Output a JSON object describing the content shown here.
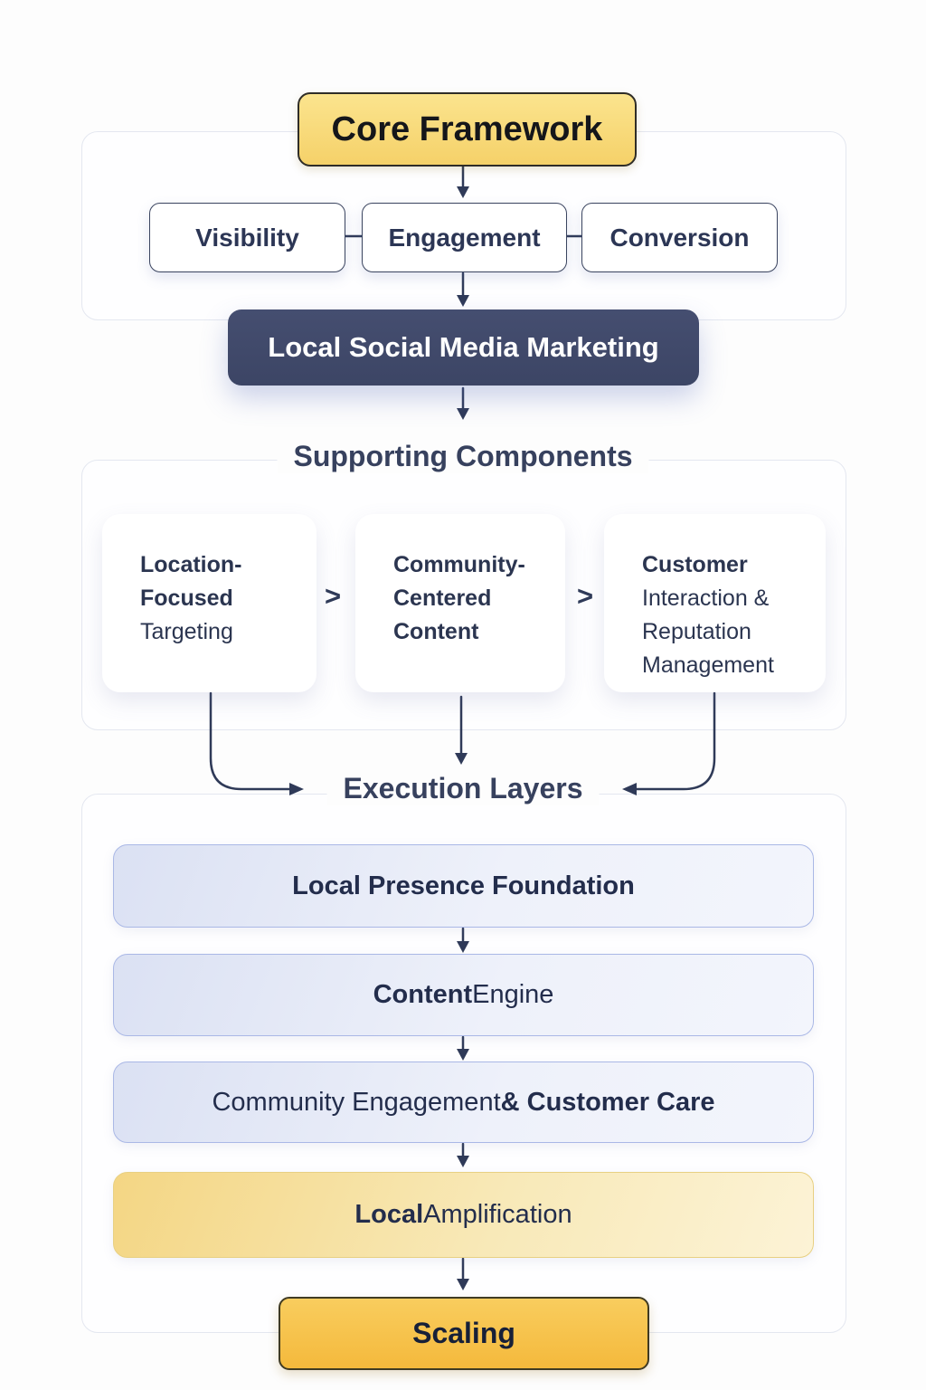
{
  "core": {
    "title": "Core Framework",
    "pillars": [
      "Visibility",
      "Engagement",
      "Conversion"
    ],
    "result": "Local Social Media Marketing"
  },
  "supporting": {
    "heading": "Supporting Components",
    "chevron": ">",
    "cards": [
      {
        "bold": "Location-Focused",
        "rest": " Targeting"
      },
      {
        "bold": "Community-Centered Content",
        "rest": ""
      },
      {
        "bold": "Customer",
        "rest": " Interaction & Reputation Management"
      }
    ]
  },
  "execution": {
    "heading": "Execution Layers",
    "layers": [
      {
        "pre": "",
        "bold": "Local Presence Foundation",
        "post": ""
      },
      {
        "pre": "",
        "bold": "Content",
        "post": " Engine"
      },
      {
        "pre": "Community Engagement ",
        "bold": "& Customer Care",
        "post": ""
      },
      {
        "pre": "",
        "bold": "Local",
        "post": " Amplification"
      }
    ],
    "final": "Scaling"
  },
  "colors": {
    "accent_yellow": "#f5d169",
    "accent_yellow_deep": "#f4b93c",
    "navy_text": "#2c3655",
    "dark_banner": "#3c4565",
    "layer_lavender": "#dbe1f3",
    "layer_border": "#aab8e6",
    "arrow": "#2f3a58"
  }
}
